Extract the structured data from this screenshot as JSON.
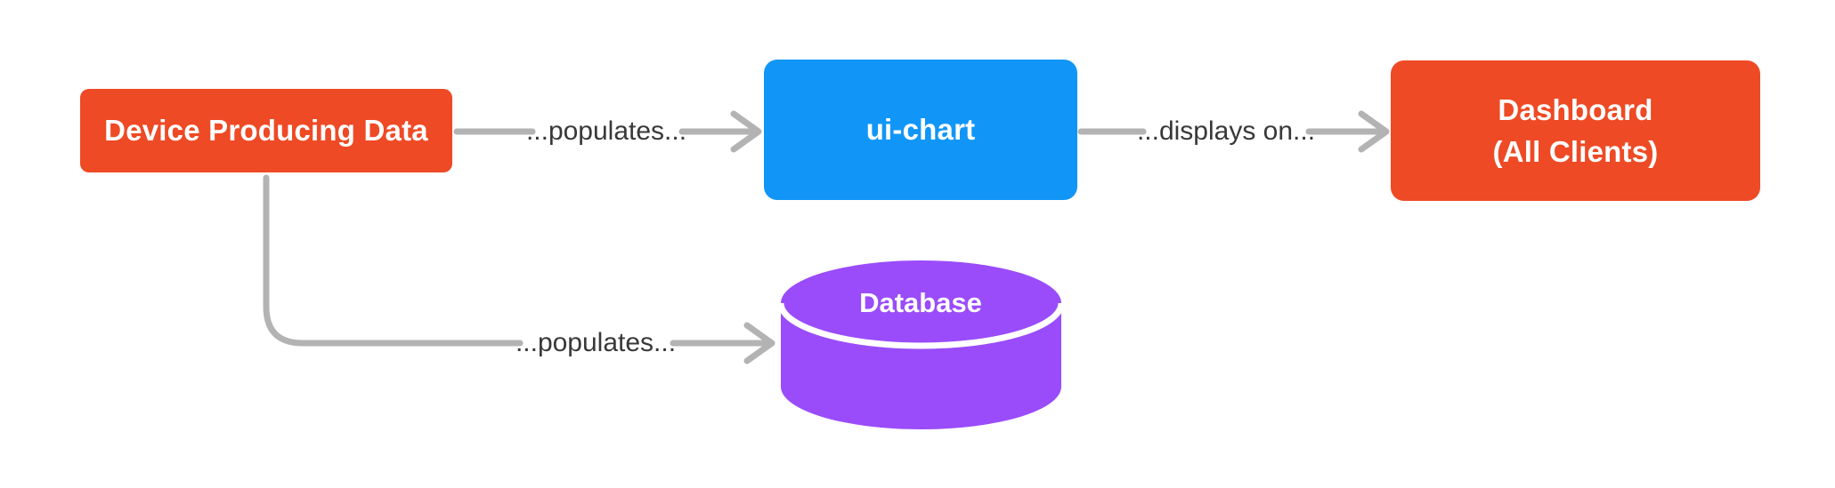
{
  "diagram": {
    "colors": {
      "background": "#ffffff",
      "connector": "#b3b3b3",
      "label_text": "#383838",
      "node_text": "#ffffff",
      "device_fill": "#ee4a25",
      "ui_chart_fill": "#1196f7",
      "dashboard_fill": "#ee4a25",
      "database_fill": "#9a4cfb"
    },
    "nodes": {
      "device": {
        "label": "Device Producing Data"
      },
      "ui_chart": {
        "label": "ui-chart"
      },
      "dashboard": {
        "line1": "Dashboard",
        "line2": "(All Clients)"
      },
      "database": {
        "label": "Database"
      }
    },
    "edges": {
      "device_to_ui_chart": {
        "label": "...populates..."
      },
      "ui_chart_to_dashboard": {
        "label": "...displays on..."
      },
      "device_to_database": {
        "label": "...populates..."
      }
    }
  }
}
